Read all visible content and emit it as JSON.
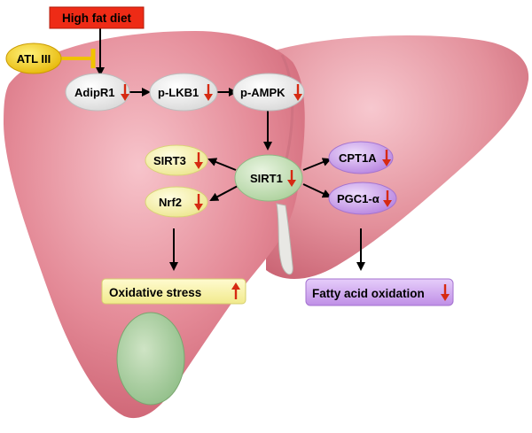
{
  "nodes": {
    "diet": "High fat diet",
    "atl": "ATL III",
    "adipr1": "AdipR1",
    "lkb1": "p-LKB1",
    "ampk": "p-AMPK",
    "sirt1": "SIRT1",
    "sirt3": "SIRT3",
    "nrf2": "Nrf2",
    "cpt1a": "CPT1A",
    "pgc1": "PGC1-α",
    "oxidative": "Oxidative stress",
    "fatty": "Fatty acid oxidation"
  },
  "indicators": {
    "adipr1": "down",
    "lkb1": "down",
    "ampk": "down",
    "sirt1": "down",
    "sirt3": "down",
    "nrf2": "down",
    "cpt1a": "down",
    "pgc1": "down",
    "oxidative": "up",
    "fatty": "down"
  },
  "colors": {
    "liver": "#e07f8c",
    "liver_light": "#f3b3bd",
    "gallbladder": "#a4c79a",
    "diet_box": "#ee2b16",
    "atl_ellipse": "#f0c300",
    "inhibit_bar": "#f0c300",
    "yellow_node": "#f7f3b0",
    "green_node": "#c4e0b6",
    "purple_node": "#c79ce8",
    "indicator_arrow": "#d62a12"
  }
}
